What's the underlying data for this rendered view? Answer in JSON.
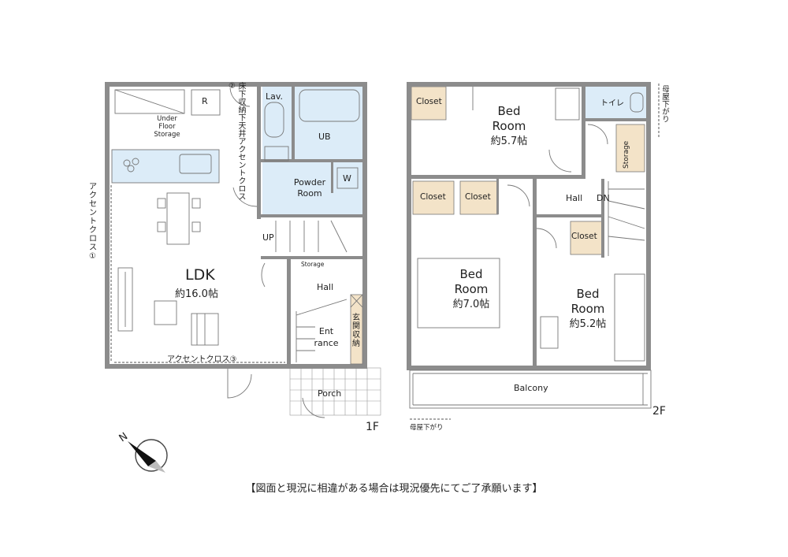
{
  "floor1": {
    "label": "1F",
    "rooms": {
      "lav": "Lav.",
      "r": "R",
      "under_floor": [
        "Under",
        "Floor",
        "Storage"
      ],
      "ub": "UB",
      "powder": [
        "Powder",
        "Room"
      ],
      "w": "W",
      "ldk": "LDK",
      "ldk_size": "約16.0帖",
      "up": "UP",
      "storage_small": "Storage",
      "hall": "Hall",
      "entrance": [
        "Ent",
        "rance"
      ],
      "genkan": "玄関収納",
      "porch": "Porch"
    },
    "notes": {
      "accent1": "アクセントクロス①",
      "accent2": "床下収納下天井アクセントクロス②",
      "accent3": "アクセントクロス③"
    }
  },
  "floor2": {
    "label": "2F",
    "rooms": {
      "closet": "Closet",
      "bed1": [
        "Bed",
        "Room"
      ],
      "bed1_size": "約5.7帖",
      "toilet": "トイレ",
      "storage": "Storage",
      "hall": "Hall",
      "dn": "DN",
      "bed2": [
        "Bed",
        "Room"
      ],
      "bed2_size": "約7.0帖",
      "bed3": [
        "Bed",
        "Room"
      ],
      "bed3_size": "約5.2帖",
      "balcony": "Balcony"
    },
    "notes": {
      "moya_top": "母屋下がり",
      "moya_bottom": "母屋下がり"
    }
  },
  "compass": "N",
  "disclaimer": "【図面と現況に相違がある場合は現況優先にてご了承願います】",
  "colors": {
    "wall": "#8c8c8c",
    "wet_area": "#dcecf8",
    "closet": "#f3e3c8",
    "background": "#ffffff"
  }
}
